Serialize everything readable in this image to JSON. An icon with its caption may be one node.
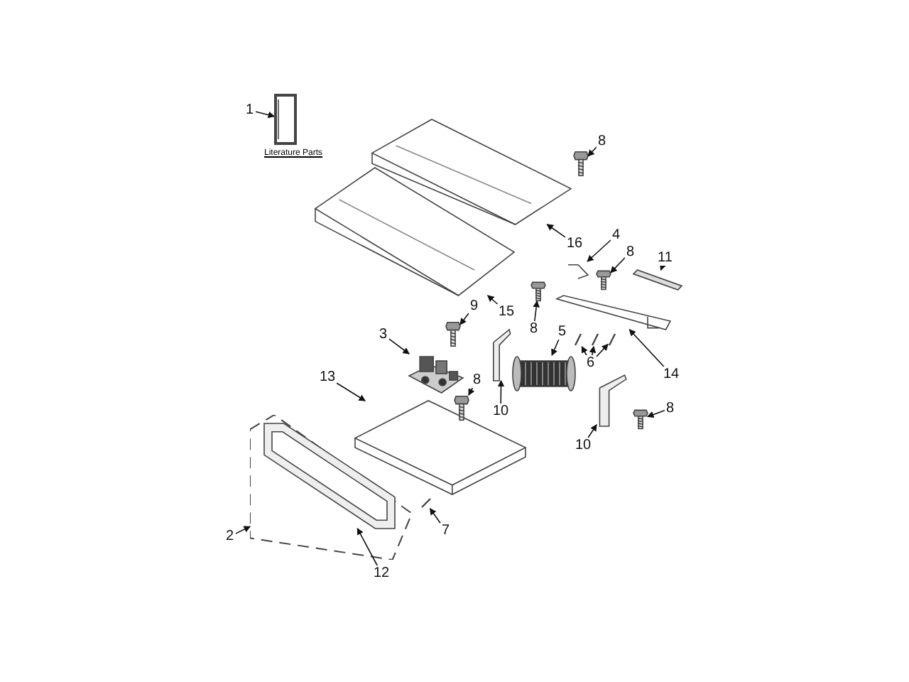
{
  "diagram": {
    "nodes": [
      {
        "text": [
          "1"
        ]
      },
      {
        "text": [],
        "shape": "picture"
      },
      {
        "text": [
          "8"
        ]
      },
      {
        "text": [],
        "shape": "picture"
      },
      {
        "text": [
          "16"
        ]
      },
      {
        "text": [],
        "shape": "picture"
      },
      {
        "text": [
          "4"
        ]
      },
      {
        "text": [],
        "shape": "picture"
      },
      {
        "text": [
          "8"
        ]
      },
      {
        "text": [],
        "shape": "picture"
      },
      {
        "text": [
          "11"
        ]
      },
      {
        "text": [],
        "shape": "picture"
      },
      {
        "text": [
          "15"
        ]
      },
      {
        "text": [],
        "shape": "picture"
      },
      {
        "text": [
          "8"
        ]
      },
      {
        "text": [],
        "shape": "picture"
      },
      {
        "text": [
          "6"
        ]
      },
      {
        "text": [],
        "shape": "picture"
      },
      {
        "text": [],
        "shape": "picture"
      },
      {
        "text": [],
        "shape": "picture"
      },
      {
        "text": [
          "9"
        ]
      },
      {
        "text": [],
        "shape": "picture"
      },
      {
        "text": [
          "3"
        ]
      },
      {
        "text": [],
        "shape": "picture"
      },
      {
        "text": [
          "5"
        ]
      },
      {
        "text": [],
        "shape": "picture"
      },
      {
        "text": [
          "13"
        ]
      },
      {
        "text": [],
        "shape": "picture"
      },
      {
        "text": [
          "8"
        ]
      },
      {
        "text": [],
        "shape": "picture"
      },
      {
        "text": [
          "10"
        ]
      },
      {
        "text": [],
        "shape": "picture"
      },
      {
        "text": [
          "10"
        ]
      },
      {
        "text": [],
        "shape": "picture"
      },
      {
        "text": [
          "14"
        ]
      },
      {
        "text": [],
        "shape": "picture"
      },
      {
        "text": [
          "8"
        ]
      },
      {
        "text": [],
        "shape": "picture"
      },
      {
        "text": [
          "7"
        ]
      },
      {
        "text": [],
        "shape": "picture"
      },
      {
        "text": [
          "2"
        ]
      },
      {
        "text": [],
        "shape": "picture"
      },
      {
        "text": [
          "12"
        ]
      },
      {
        "text": [],
        "shape": "picture",
        "in": 41
      }
    ],
    "edges": [
      {
        "from": 0,
        "to": 1,
        "arrow": "to"
      },
      {
        "from": 2,
        "to": 3,
        "arrow": "to"
      },
      {
        "from": 4,
        "to": 5,
        "arrow": "to"
      },
      {
        "from": 6,
        "to": 7,
        "arrow": "to"
      },
      {
        "from": 8,
        "to": 9,
        "arrow": "to"
      },
      {
        "from": 10,
        "to": 11,
        "arrow": "to"
      },
      {
        "from": 12,
        "to": 13,
        "arrow": "to"
      },
      {
        "from": 14,
        "to": 15,
        "arrow": "to"
      },
      {
        "from": 16,
        "to": 17,
        "arrow": "to"
      },
      {
        "from": 16,
        "to": 18,
        "arrow": "to"
      },
      {
        "from": 16,
        "to": 19,
        "arrow": "to"
      },
      {
        "from": 20,
        "to": 21,
        "arrow": "to"
      },
      {
        "from": 22,
        "to": 23,
        "arrow": "to"
      },
      {
        "from": 24,
        "to": 25,
        "arrow": "to"
      },
      {
        "from": 26,
        "to": 27,
        "arrow": "to"
      },
      {
        "from": 28,
        "to": 29,
        "arrow": "to"
      },
      {
        "from": 30,
        "to": 31,
        "arrow": "to"
      },
      {
        "from": 32,
        "to": 33,
        "arrow": "to"
      },
      {
        "from": 34,
        "to": 35,
        "arrow": "to"
      },
      {
        "from": 36,
        "to": 37,
        "arrow": "to"
      },
      {
        "from": 38,
        "to": 39,
        "arrow": "to"
      },
      {
        "from": 40,
        "to": 41,
        "arrow": "to"
      },
      {
        "from": 42,
        "to": 43,
        "arrow": "to"
      }
    ],
    "labels": [
      "Literature Parts"
    ]
  }
}
